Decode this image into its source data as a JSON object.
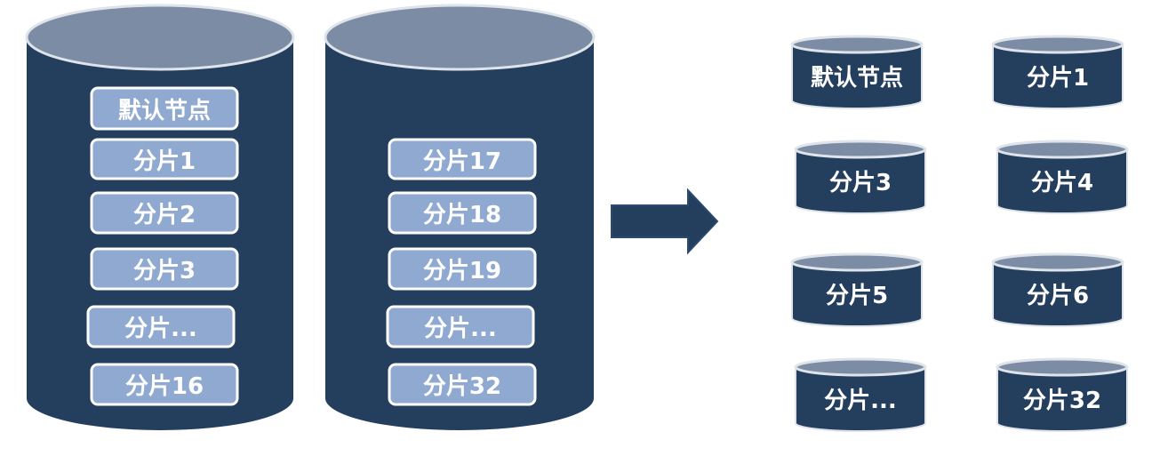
{
  "colors": {
    "cylinder_body": "#243e5e",
    "cylinder_top": "#7b8ca4",
    "cylinder_rim": "#dfe4ea",
    "shard_box": "#8fa9d0",
    "shard_border": "#ffffff",
    "arrow": "#243e5e"
  },
  "big_cylinders": [
    {
      "shards": [
        "默认节点",
        "分片1",
        "分片2",
        "分片3",
        "分片...",
        "分片16"
      ]
    },
    {
      "shards": [
        "分片17",
        "分片18",
        "分片19",
        "分片...",
        "分片32"
      ]
    }
  ],
  "arrow_icon": "right-arrow-icon",
  "small_cylinders": [
    "默认节点",
    "分片1",
    "分片3",
    "分片4",
    "分片5",
    "分片6",
    "分片...",
    "分片32"
  ]
}
